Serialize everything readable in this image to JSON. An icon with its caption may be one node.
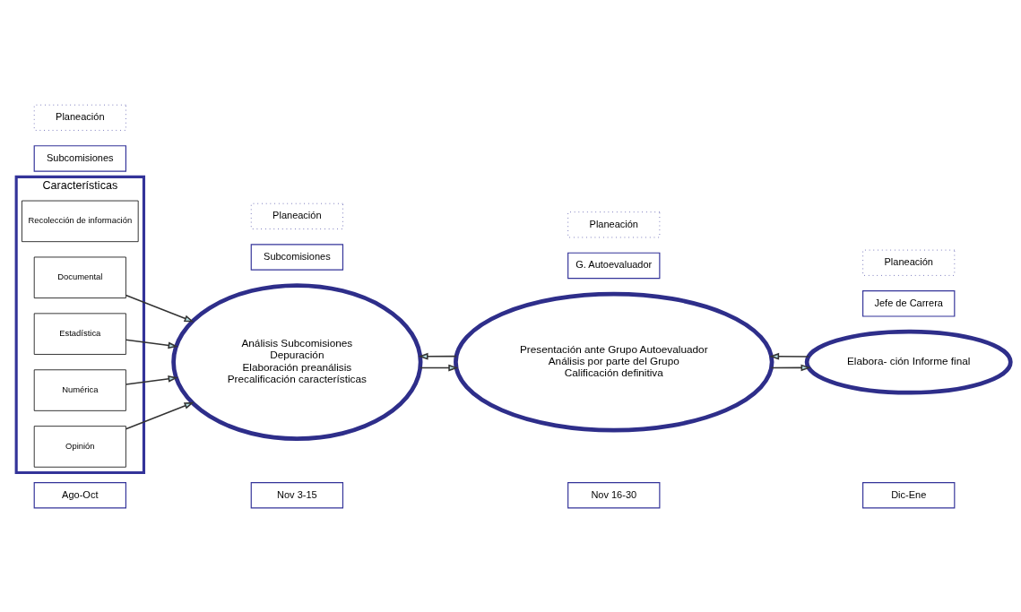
{
  "diagram": {
    "nodes": [
      {
        "text": [
          "Ago-Oct"
        ]
      },
      {
        "text": [
          "Nov 3-15"
        ]
      },
      {
        "text": [
          "Nov 16-30"
        ]
      },
      {
        "text": [
          "Dic-Ene"
        ]
      },
      {
        "text": [
          "Características"
        ]
      },
      {
        "text": [
          "Recolección de información"
        ],
        "in": 4
      },
      {
        "text": [
          "Documental"
        ],
        "in": 4
      },
      {
        "text": [
          "Estadística"
        ],
        "in": 4
      },
      {
        "text": [
          "Numérica"
        ],
        "in": 4
      },
      {
        "text": [
          "Opinión"
        ],
        "in": 4
      },
      {
        "text": [
          "Análisis Subcomisiones",
          "Depuración",
          "Elaboración preanálisis",
          "Precalificación características"
        ]
      },
      {
        "text": [
          "Presentación ante Grupo Autoevaluador",
          "Análisis por parte del Grupo",
          "Calificación definitiva"
        ]
      },
      {
        "text": [
          "Elabora- ción Informe final"
        ]
      },
      {
        "text": [
          "Subcomisiones"
        ]
      },
      {
        "text": [
          "Subcomisiones"
        ]
      },
      {
        "text": [
          "G. Autoevaluador"
        ]
      },
      {
        "text": [
          "Jefe de Carrera"
        ]
      },
      {
        "text": [
          "Planeación"
        ]
      },
      {
        "text": [
          "Planeación"
        ]
      },
      {
        "text": [
          "Planeación"
        ]
      },
      {
        "text": [
          "Planeación"
        ]
      }
    ],
    "edges": [
      {
        "from": 6,
        "to": 10,
        "arrow": "to"
      },
      {
        "from": 7,
        "to": 10,
        "arrow": "to"
      },
      {
        "from": 8,
        "to": 10,
        "arrow": "to"
      },
      {
        "from": 9,
        "to": 10,
        "arrow": "to"
      },
      {
        "from": 10,
        "to": 11,
        "arrow": "to"
      },
      {
        "from": 11,
        "to": 10,
        "arrow": "to"
      },
      {
        "from": 11,
        "to": 12,
        "arrow": "to"
      },
      {
        "from": 12,
        "to": 11,
        "arrow": "to"
      }
    ]
  }
}
